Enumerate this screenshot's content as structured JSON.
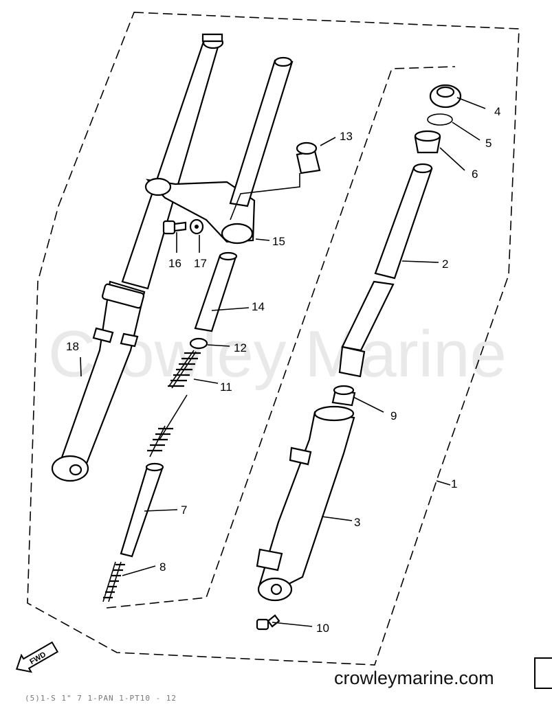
{
  "watermark": "Crowley Marine",
  "website": "crowleymarine.com",
  "fwd_label": "FWD",
  "footer_code": "(5)1-S 1\" 7 1-PAN 1-PT10 - 12",
  "callouts": [
    "1",
    "2",
    "3",
    "4",
    "5",
    "6",
    "7",
    "8",
    "9",
    "10",
    "11",
    "12",
    "13",
    "14",
    "15",
    "16",
    "17",
    "18"
  ]
}
